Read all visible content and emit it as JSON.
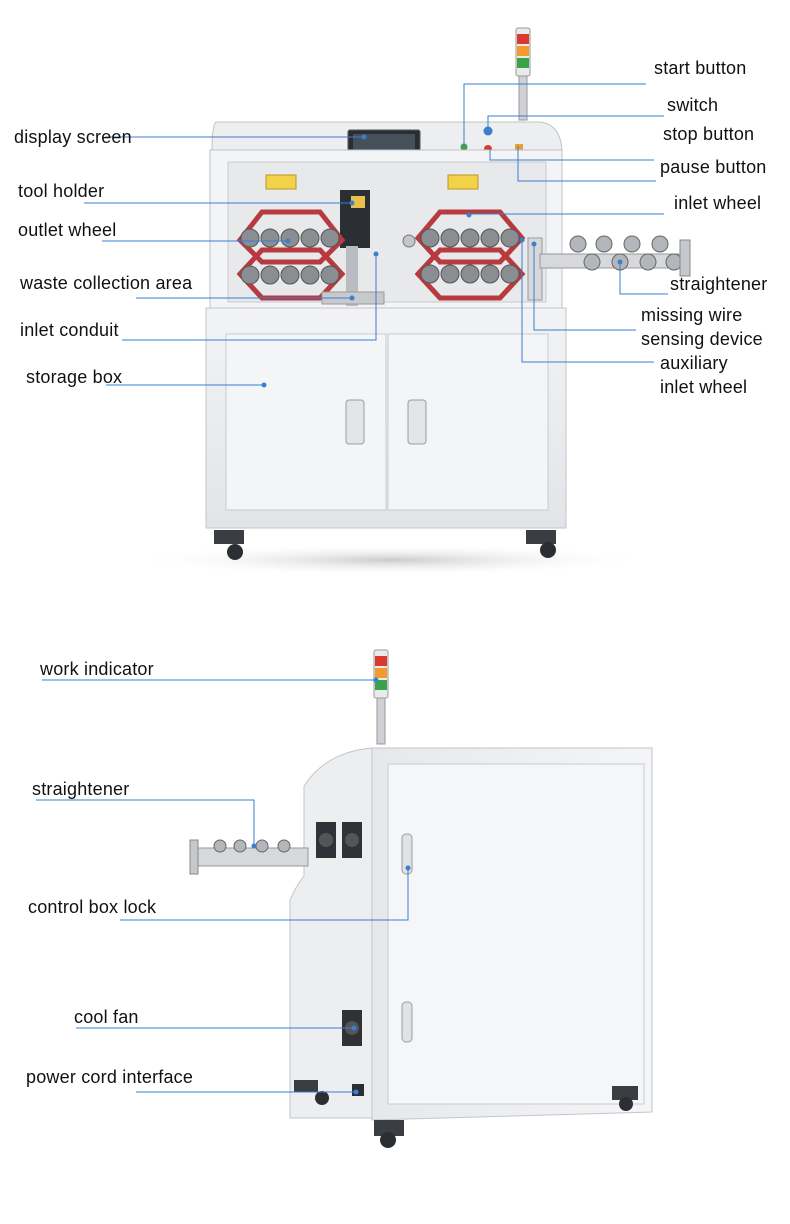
{
  "front_view": {
    "labels": {
      "display_screen": "display screen",
      "tool_holder": "tool holder",
      "outlet_wheel": "outlet wheel",
      "waste_collection_area": "waste collection area",
      "inlet_conduit": "inlet conduit",
      "storage_box": "storage box",
      "start_button": "start button",
      "switch": "switch",
      "stop_button": "stop button",
      "pause_button": "pause button",
      "inlet_wheel": "inlet wheel",
      "straightener": "straightener",
      "missing_wire_line1": "missing wire",
      "missing_wire_line2": "sensing device",
      "auxiliary_line1": "auxiliary",
      "auxiliary_line2": "inlet wheel"
    }
  },
  "side_view": {
    "labels": {
      "work_indicator": "work indicator",
      "straightener": "straightener",
      "control_box_lock": "control box lock",
      "cool_fan": "cool fan",
      "power_cord_interface": "power cord interface"
    }
  },
  "colors": {
    "leader_line": "#3a7fd0",
    "machine_body": "#eeeff1",
    "wheel_plate": "#b73a3f"
  }
}
